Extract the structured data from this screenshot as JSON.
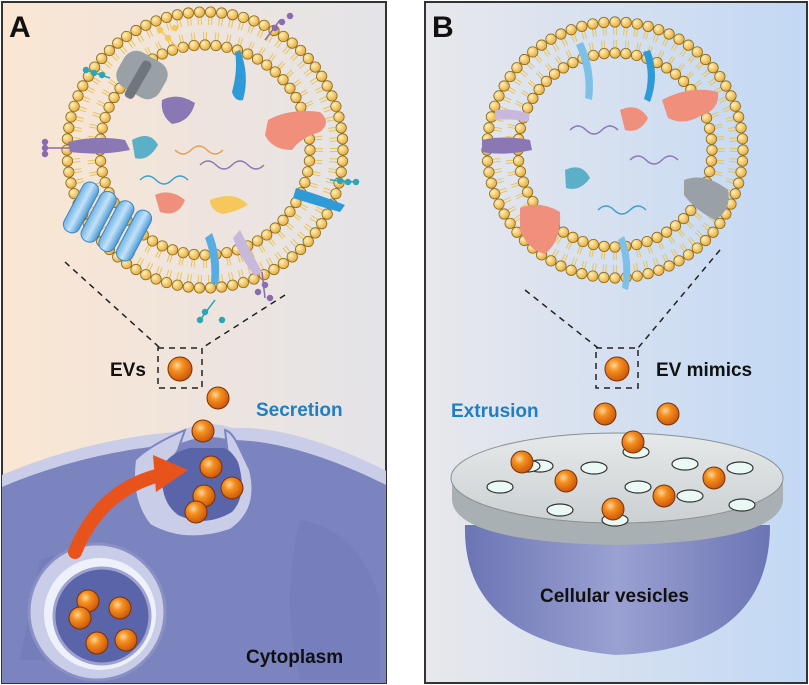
{
  "panels": {
    "a": {
      "letter": "A",
      "labels": {
        "evs": "EVs",
        "secretion": "Secretion",
        "cytoplasm": "Cytoplasm"
      }
    },
    "b": {
      "letter": "B",
      "labels": {
        "ev_mimics": "EV mimics",
        "extrusion": "Extrusion",
        "cellular_vesicles": "Cellular vesicles"
      }
    }
  },
  "colors": {
    "panel_a_bg_left": "#fbe6d2",
    "panel_a_bg_right": "#e3e3e8",
    "panel_b_bg_left": "#e8e8ec",
    "panel_b_bg_right": "#c2d8f4",
    "lipid_head": "#f6c85c",
    "lipid_tail": "#e8c45a",
    "vesicle_orange": "#f07a1a",
    "cell_purple": "#7c84c0",
    "cell_membrane": "#c9cde8",
    "arrow": "#e8531b",
    "label_blue": "#1f7ec4",
    "membrane_disk": "#d9dde0"
  }
}
